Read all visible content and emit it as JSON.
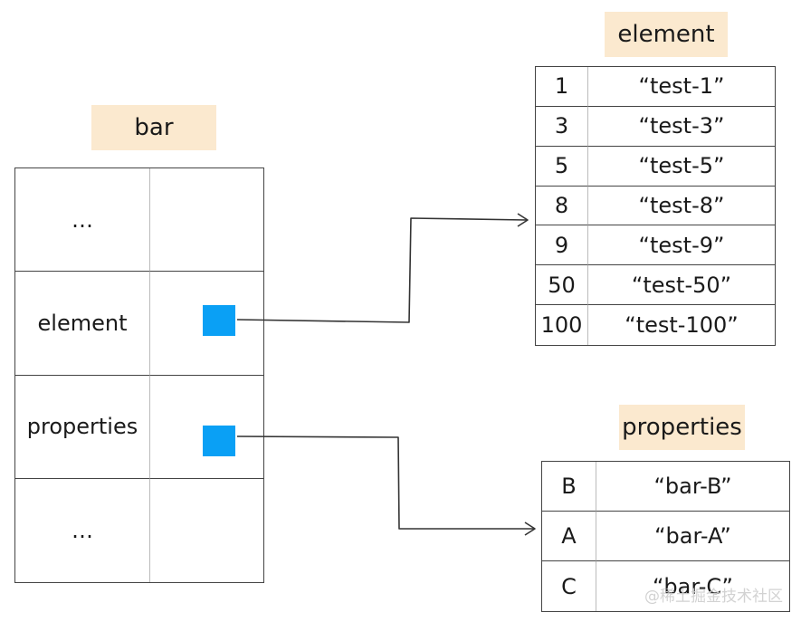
{
  "bar": {
    "label": "bar",
    "rows": [
      {
        "key": "…"
      },
      {
        "key": "element"
      },
      {
        "key": "properties"
      },
      {
        "key": "…"
      }
    ]
  },
  "element": {
    "label": "element",
    "rows": [
      {
        "index": "1",
        "value": "“test-1”"
      },
      {
        "index": "3",
        "value": "“test-3”"
      },
      {
        "index": "5",
        "value": "“test-5”"
      },
      {
        "index": "8",
        "value": "“test-8”"
      },
      {
        "index": "9",
        "value": "“test-9”"
      },
      {
        "index": "50",
        "value": "“test-50”"
      },
      {
        "index": "100",
        "value": "“test-100”"
      }
    ]
  },
  "properties": {
    "label": "properties",
    "rows": [
      {
        "key": "B",
        "value": "“bar-B”"
      },
      {
        "key": "A",
        "value": "“bar-A”"
      },
      {
        "key": "C",
        "value": "“bar-C”"
      }
    ]
  },
  "watermark": "@稀土掘金技术社区",
  "colors": {
    "pointer": "#0aa0f5",
    "label_bg": "#fbe9cf"
  }
}
